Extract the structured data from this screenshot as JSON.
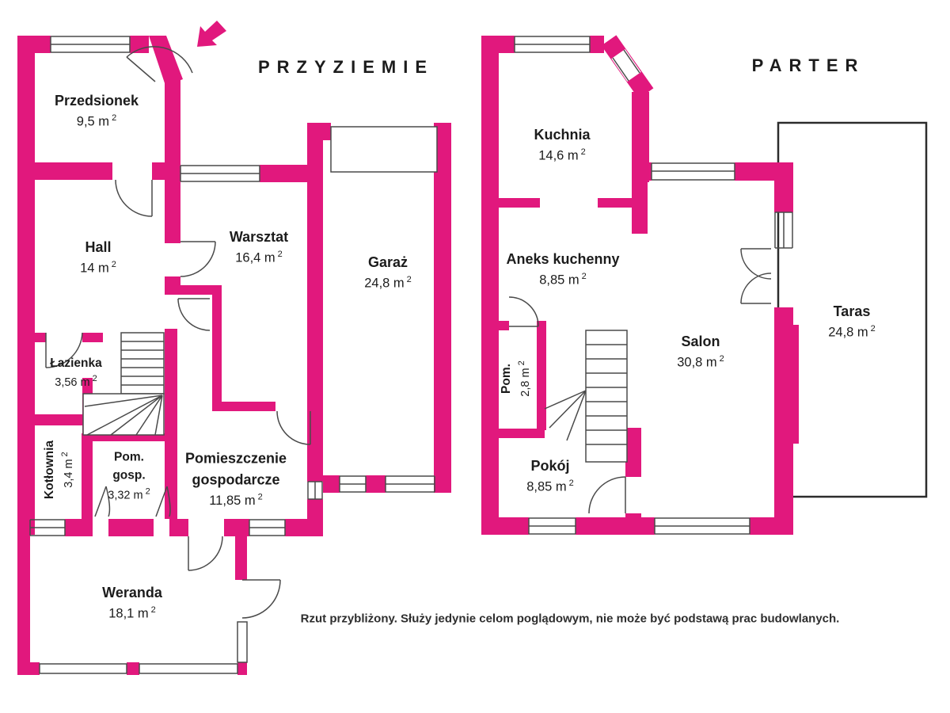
{
  "meta": {
    "superscript": "2",
    "disclaimer": "Rzut przybliżony. Służy jedynie celom poglądowym, nie może być podstawą prac budowlanych."
  },
  "colors": {
    "wall": "#e1187d",
    "outline": "#4a4a4a",
    "text": "#1c1c1c"
  },
  "icons": {
    "entrance_arrow": "arrow-down-left"
  },
  "plans": [
    {
      "title": "PRZYZIEMIE",
      "rooms": [
        {
          "name": "Przedsionek",
          "area": "9,5 m"
        },
        {
          "name": "Hall",
          "area": "14 m"
        },
        {
          "name": "Warsztat",
          "area": "16,4 m"
        },
        {
          "name": "Garaż",
          "area": "24,8 m"
        },
        {
          "name": "Łazienka",
          "area": "3,56 m"
        },
        {
          "name": "Kotłownia",
          "area": "3,4 m"
        },
        {
          "name": "Pom. gosp.",
          "area": "3,32 m"
        },
        {
          "name": "Pomieszczenie gospodarcze",
          "area": "11,85 m"
        },
        {
          "name": "Weranda",
          "area": "18,1 m"
        }
      ]
    },
    {
      "title": "PARTER",
      "rooms": [
        {
          "name": "Kuchnia",
          "area": "14,6 m"
        },
        {
          "name": "Aneks kuchenny",
          "area": "8,85 m"
        },
        {
          "name": "Pom.",
          "area": "2,8 m"
        },
        {
          "name": "Salon",
          "area": "30,8 m"
        },
        {
          "name": "Pokój",
          "area": "8,85 m"
        },
        {
          "name": "Taras",
          "area": "24,8 m"
        }
      ]
    }
  ]
}
